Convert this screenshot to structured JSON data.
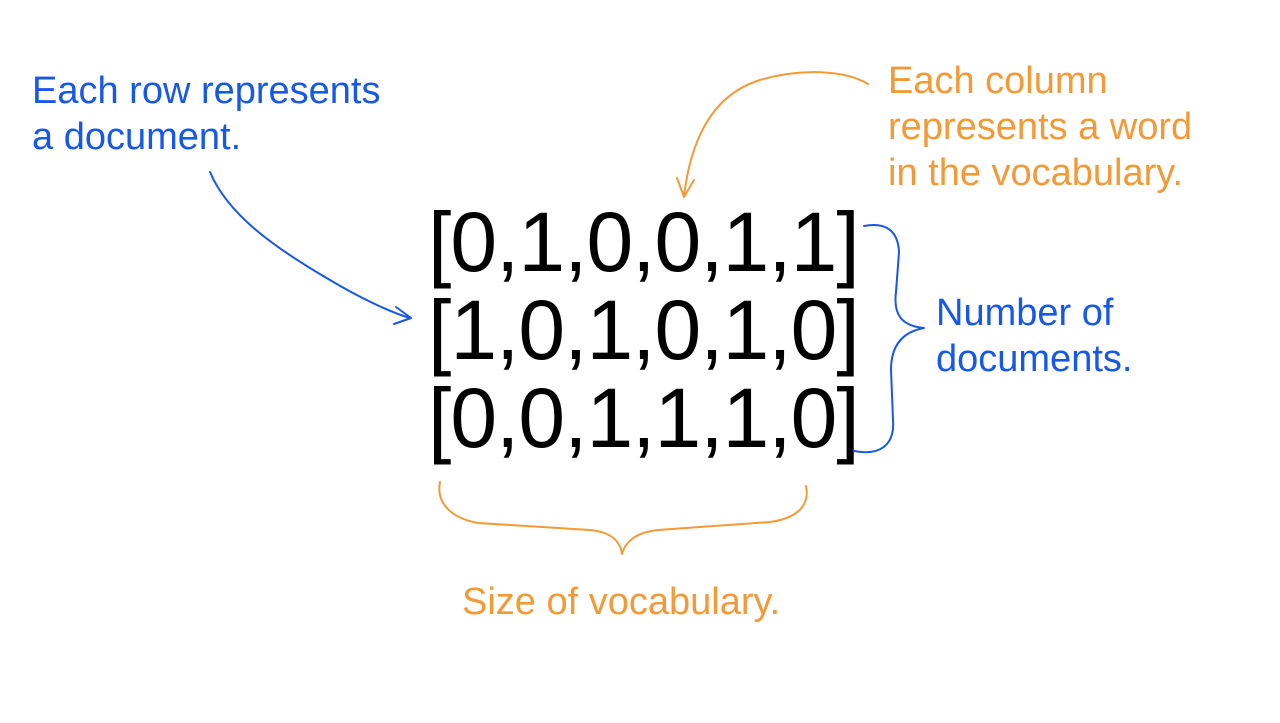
{
  "annotations": {
    "rows_line1": "Each row represents",
    "rows_line2": "a document.",
    "cols_line1": "Each column",
    "cols_line2": "represents a word",
    "cols_line3": "in the vocabulary.",
    "numdocs_line1": "Number of",
    "numdocs_line2": "documents.",
    "vocab": "Size of vocabulary."
  },
  "matrix": {
    "rows": [
      "[0,1,0,0,1,1]",
      "[1,0,1,0,1,0]",
      "[0,0,1,1,1,0]"
    ]
  },
  "colors": {
    "blue": "#1758e6",
    "orange": "#f39a38",
    "matrix_text": "#000000"
  },
  "icons": {
    "row_pointer": "curved-arrow-icon",
    "column_pointer": "curved-arrow-icon",
    "rows_brace": "right-curly-brace-icon",
    "columns_brace": "bottom-curly-brace-icon"
  }
}
